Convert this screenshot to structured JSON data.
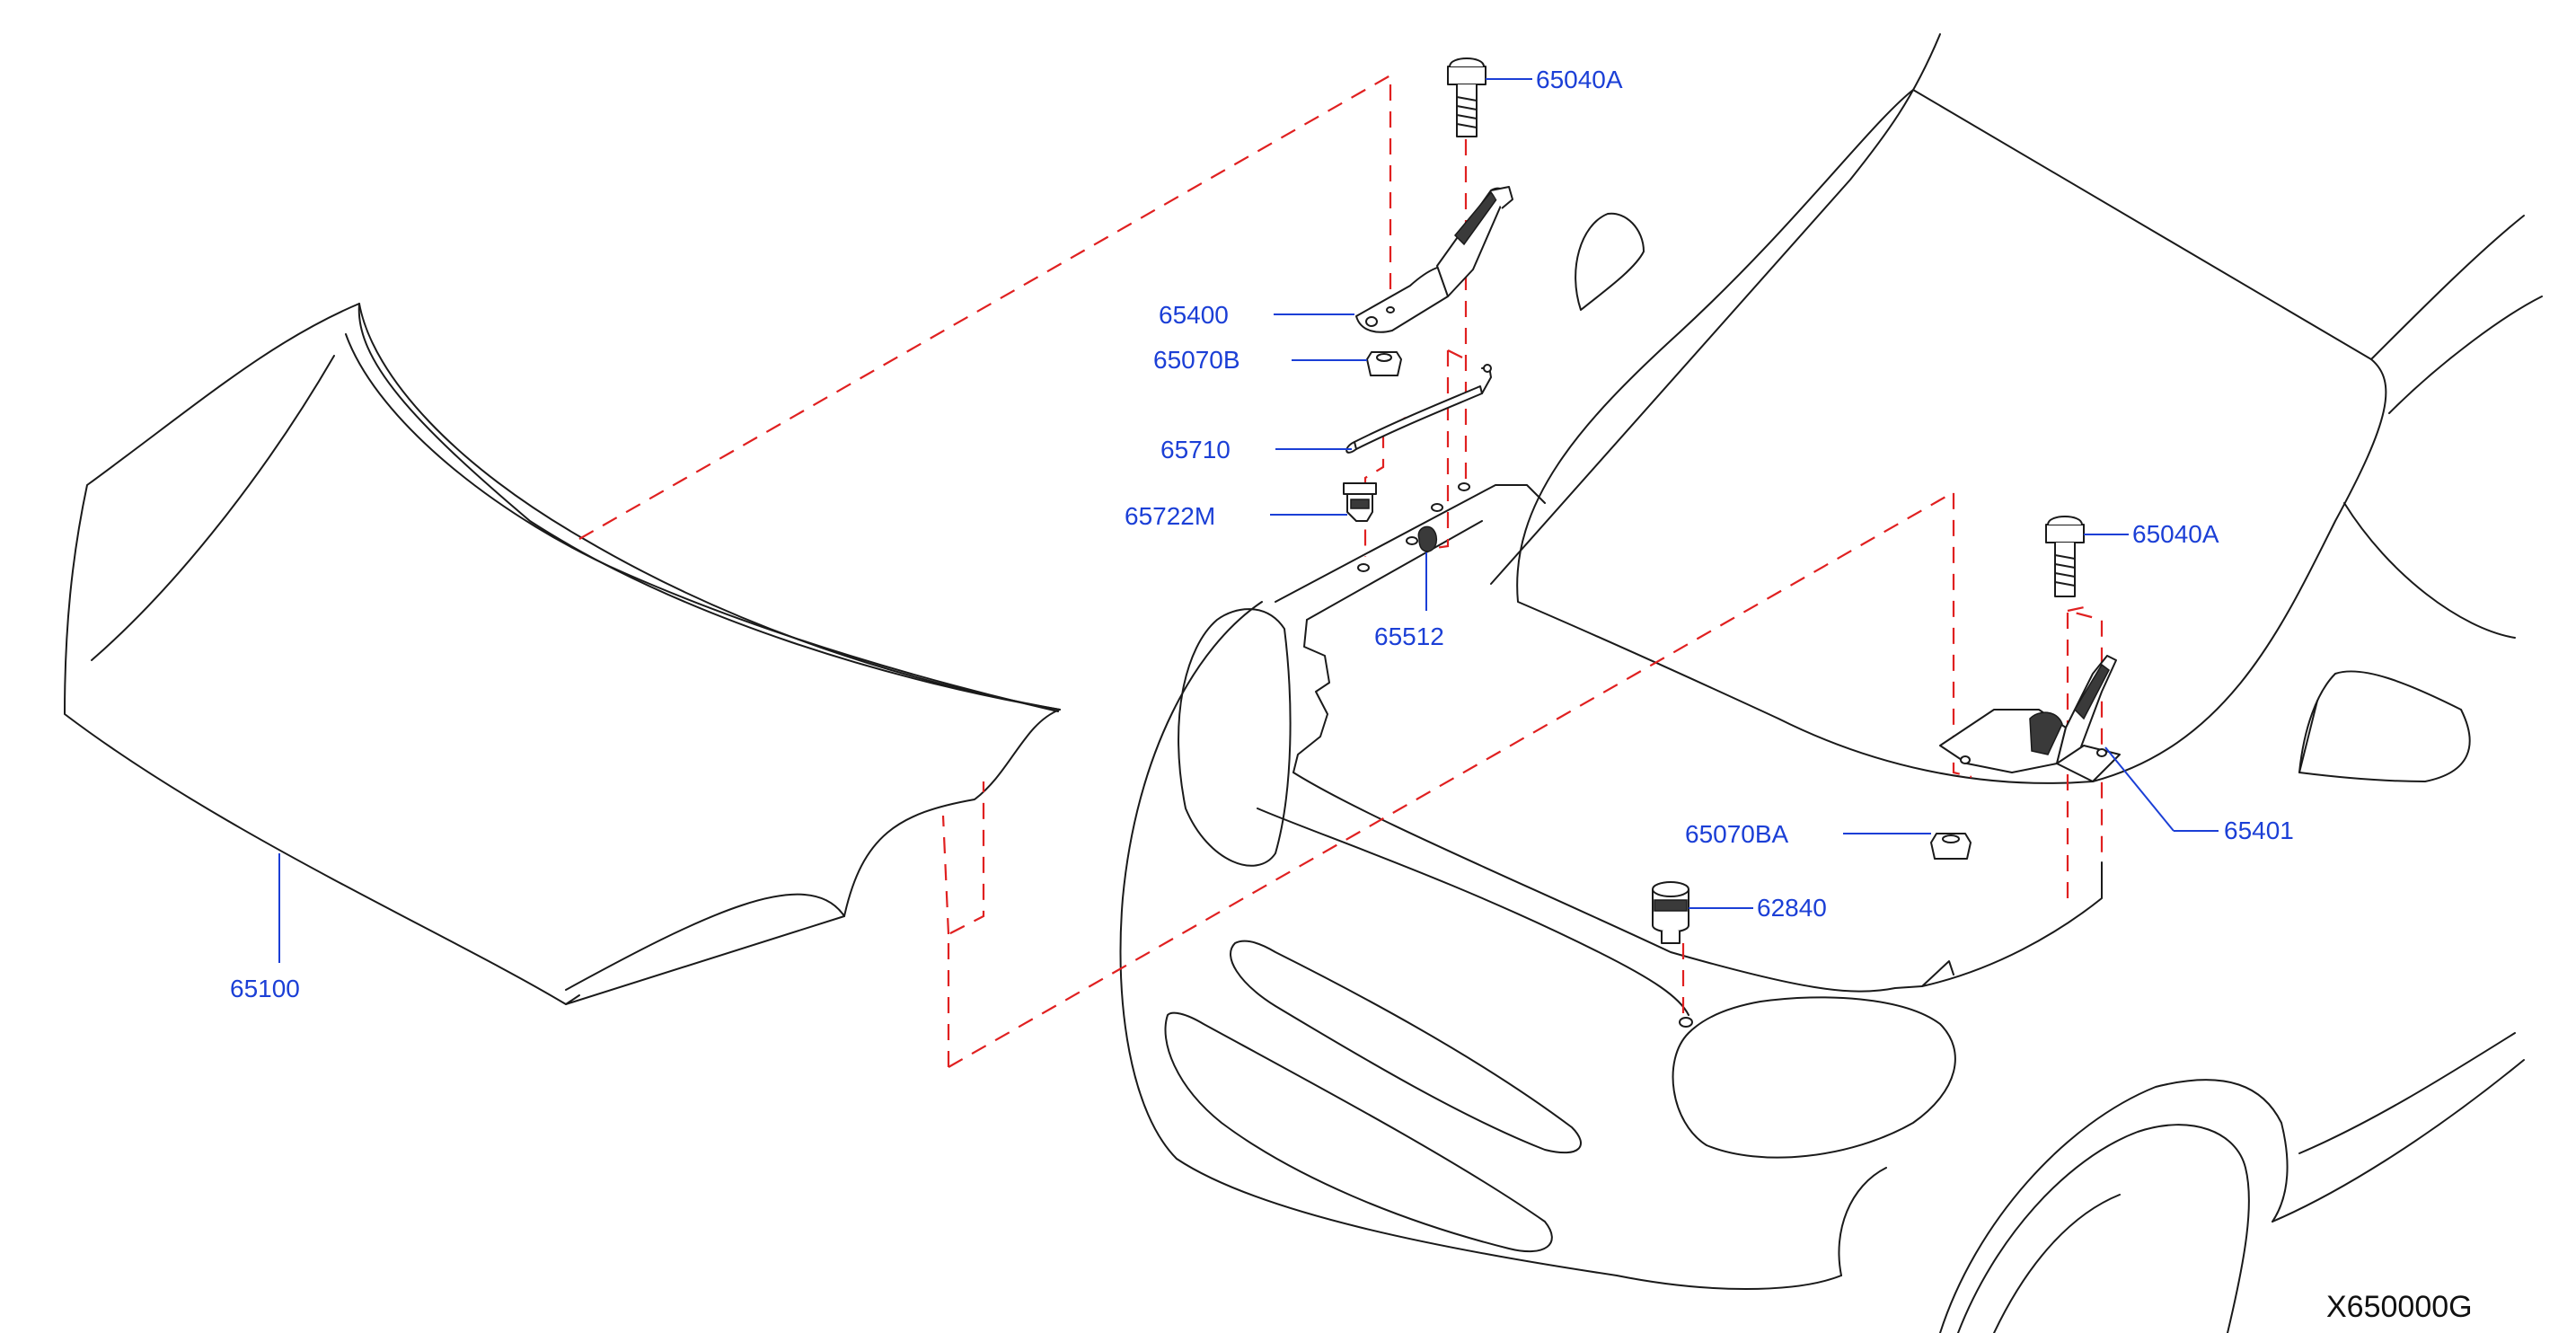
{
  "diagram": {
    "code": "X650000G",
    "callouts": {
      "bolt_left": "65040A",
      "hinge_left": "65400",
      "nut_left": "65070B",
      "rod": "65710",
      "clip": "65722M",
      "grommet": "65512",
      "bolt_right": "65040A",
      "hinge_right": "65401",
      "nut_right": "65070BA",
      "stopper": "62840",
      "hood": "65100"
    },
    "colors": {
      "line_art": "#1a1a1a",
      "guide_lines": "#e02020",
      "callout_text": "#1b3fd6"
    }
  }
}
